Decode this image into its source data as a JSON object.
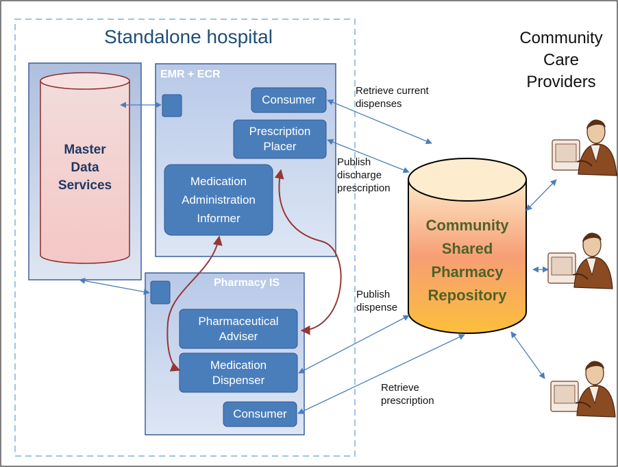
{
  "title": "Standalone hospital",
  "community_care_providers": [
    "Community",
    "Care",
    "Providers"
  ],
  "master_data_services": [
    "Master",
    "Data",
    "Services"
  ],
  "emr_ecr": {
    "title": "EMR + ECR",
    "consumer": "Consumer",
    "prescription_placer": [
      "Prescription",
      "Placer"
    ],
    "medication_administration_informer": [
      "Medication",
      "Administration",
      "Informer"
    ]
  },
  "pharmacy_is": {
    "title": "Pharmacy IS",
    "pharmaceutical_adviser": [
      "Pharmaceutical",
      "Adviser"
    ],
    "medication_dispenser": [
      "Medication",
      "Dispenser"
    ],
    "consumer": "Consumer"
  },
  "repository": [
    "Community",
    "Shared",
    "Pharmacy",
    "Repository"
  ],
  "flows": {
    "retrieve_current_dispenses": [
      "Retrieve current",
      "dispenses"
    ],
    "publish_discharge_prescription": [
      "Publish",
      "discharge",
      "prescription"
    ],
    "publish_dispense": [
      "Publish",
      "dispense"
    ],
    "retrieve_prescription": [
      "Retrieve",
      "prescription"
    ]
  },
  "colors": {
    "border_dashed": "#9dc3e6",
    "system_fill": "#c5d5ee",
    "actor_fill": "#4a7ebb",
    "arrow_blue": "#4a7ebb",
    "arrow_red": "#953735",
    "repo_text": "#4f6228"
  }
}
